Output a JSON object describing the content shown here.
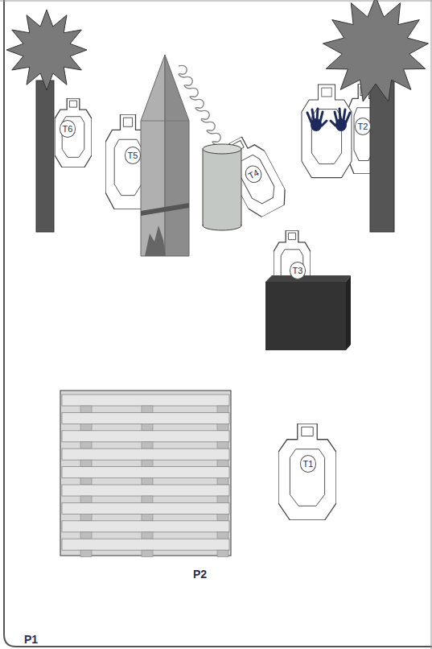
{
  "diagram": {
    "nodes": [
      {
        "text": [
          "T6"
        ]
      },
      {
        "text": [
          "T2"
        ]
      },
      {
        "text": [
          "T5"
        ]
      },
      {
        "text": [
          "T4"
        ]
      },
      {
        "text": [
          "T3"
        ]
      },
      {
        "text": [
          "T1"
        ]
      }
    ],
    "labels": [
      "P2",
      "P1"
    ]
  }
}
